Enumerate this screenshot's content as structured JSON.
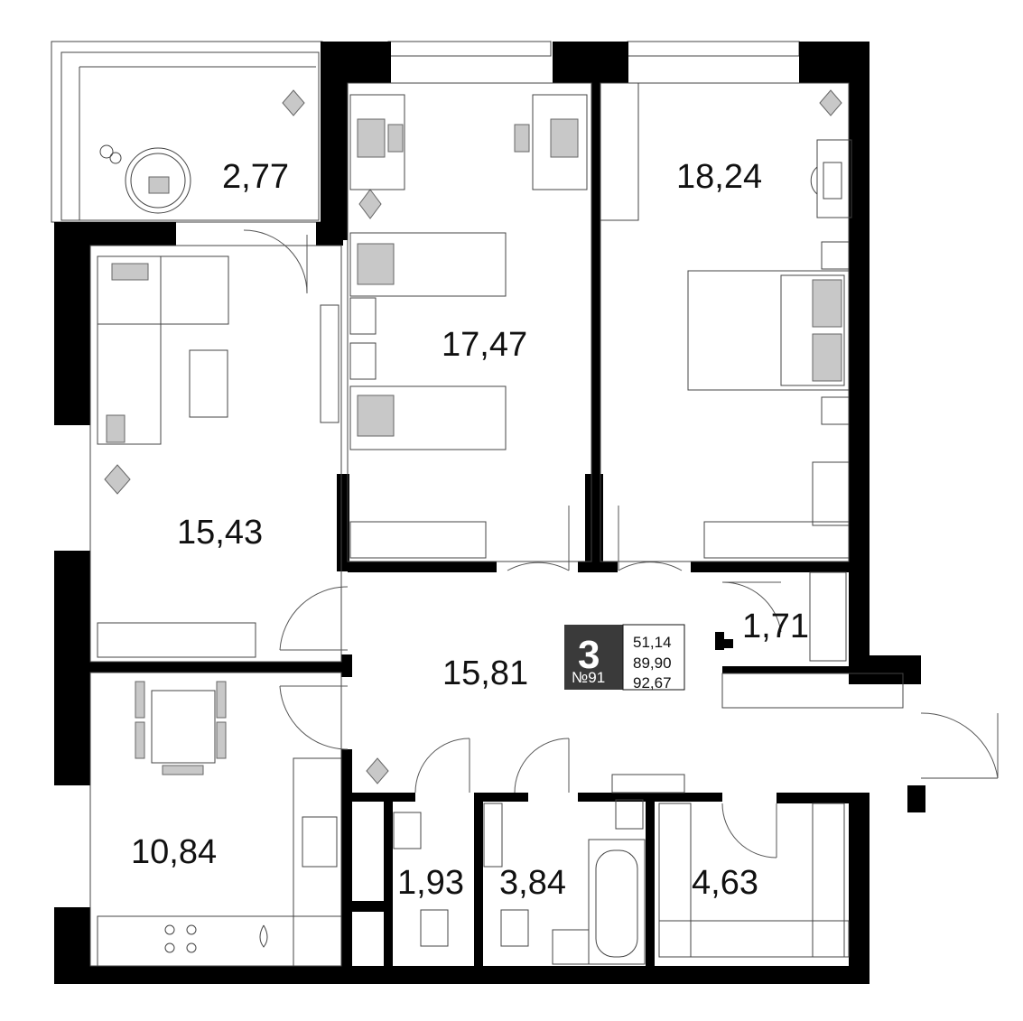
{
  "apartment": {
    "rooms_count": "3",
    "number": "№91",
    "areas": [
      "51,14",
      "89,90",
      "92,67"
    ]
  },
  "rooms": [
    {
      "id": "balcony",
      "area": "2,77"
    },
    {
      "id": "kids-room",
      "area": "17,47"
    },
    {
      "id": "bedroom",
      "area": "18,24"
    },
    {
      "id": "living-room",
      "area": "15,43"
    },
    {
      "id": "hallway",
      "area": "15,81"
    },
    {
      "id": "storage-small",
      "area": "1,71"
    },
    {
      "id": "kitchen",
      "area": "10,84"
    },
    {
      "id": "wc",
      "area": "1,93"
    },
    {
      "id": "bathroom",
      "area": "3,84"
    },
    {
      "id": "wardrobe",
      "area": "4,63"
    }
  ],
  "colors": {
    "wall": "#000000",
    "badge": "#3a3a3a",
    "furniture": "#c8c8c8"
  }
}
